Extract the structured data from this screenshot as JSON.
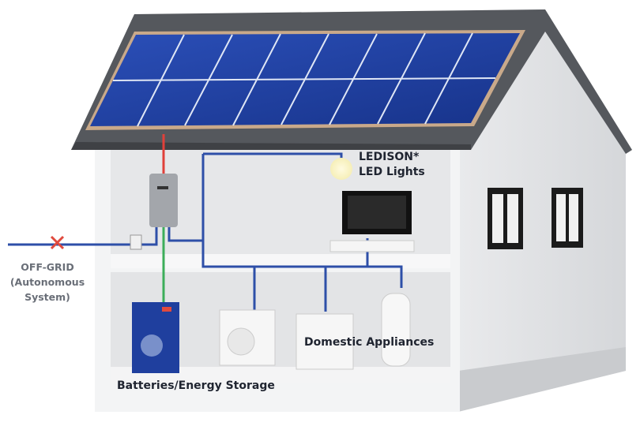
{
  "labels": {
    "lights_line1": "LEDISON*",
    "lights_line2": "LED Lights",
    "grid_line1": "OFF-GRID",
    "grid_line2": "(Autonomous",
    "grid_line3": "System)",
    "appliances": "Domestic Appliances",
    "batteries": "Batteries/Energy Storage"
  },
  "colors": {
    "dc_wire": "#e0403a",
    "battery_wire": "#3cae5a",
    "ac_wire": "#2e4fa8",
    "panel": "#1f3f9e",
    "roof": "#5a5d62"
  }
}
